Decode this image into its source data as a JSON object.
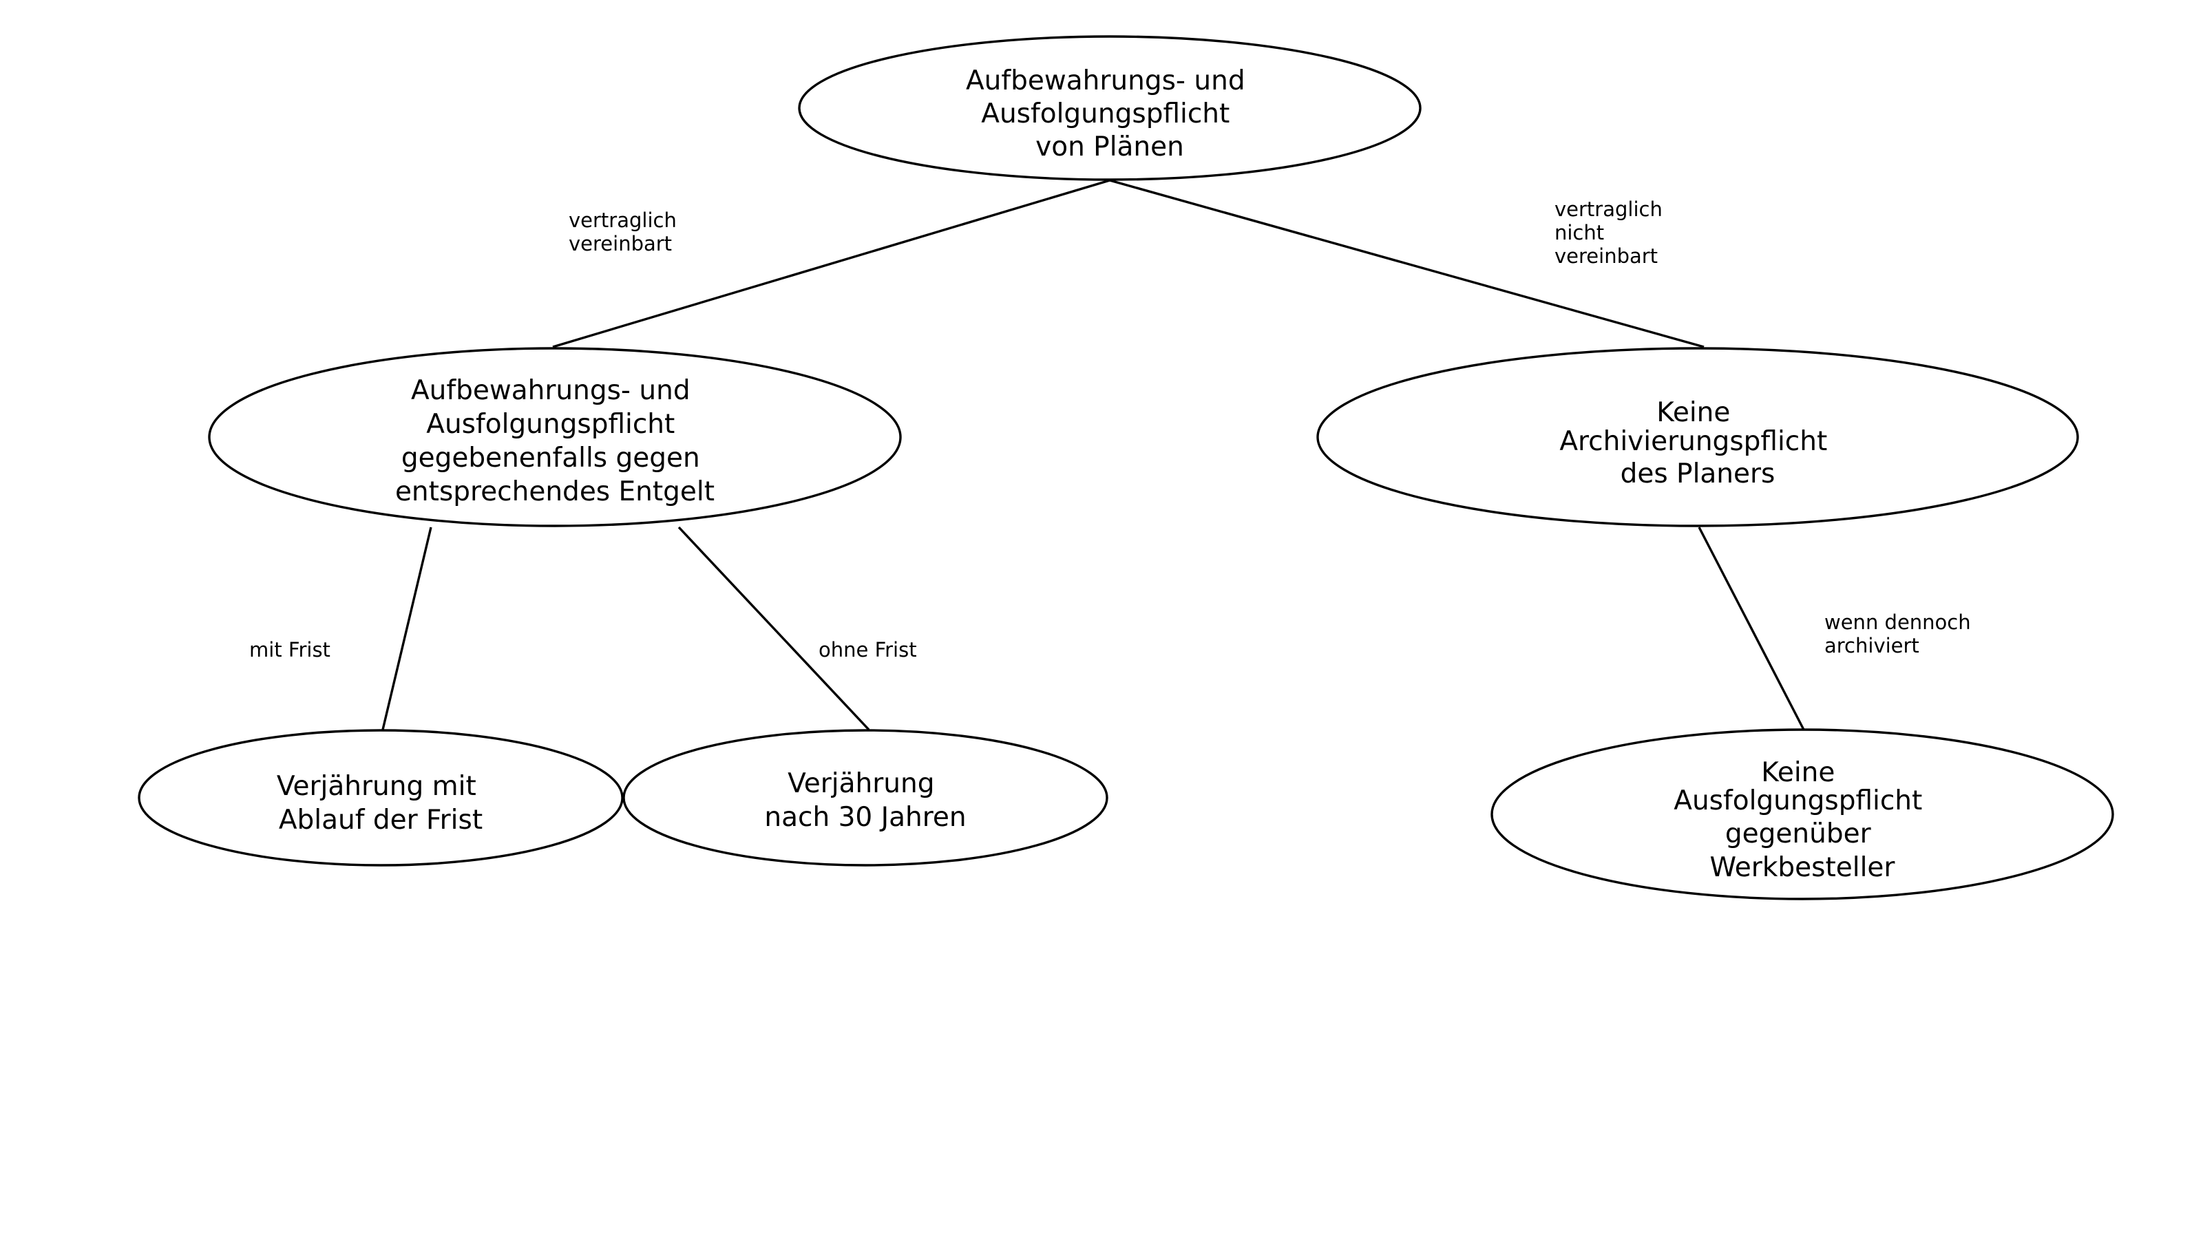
{
  "diagram": {
    "nodes": {
      "root": {
        "lines": [
          "Aufbewahrungs- und",
          "Ausfolgungspflicht",
          "von Plänen"
        ]
      },
      "left": {
        "lines": [
          "Aufbewahrungs- und",
          "Ausfolgungspflicht",
          "gegebenenfalls gegen",
          "entsprechendes Entgelt"
        ]
      },
      "right": {
        "lines": [
          "Keine",
          "Archivierungspflicht",
          "des Planers"
        ]
      },
      "left_left": {
        "lines": [
          "Verjährung mit",
          "Ablauf der Frist"
        ]
      },
      "left_right": {
        "lines": [
          "Verjährung",
          "nach 30 Jahren"
        ]
      },
      "right_child": {
        "lines": [
          "Keine",
          "Ausfolgungspflicht",
          "gegenüber",
          "Werkbesteller"
        ]
      }
    },
    "edges": {
      "root_left": {
        "lines": [
          "vertraglich",
          "vereinbart"
        ]
      },
      "root_right": {
        "lines": [
          "vertraglich",
          "nicht",
          "vereinbart"
        ]
      },
      "left_left": {
        "lines": [
          "mit Frist"
        ]
      },
      "left_right": {
        "lines": [
          "ohne Frist"
        ]
      },
      "right_child": {
        "lines": [
          "wenn dennoch",
          "archiviert"
        ]
      }
    }
  }
}
